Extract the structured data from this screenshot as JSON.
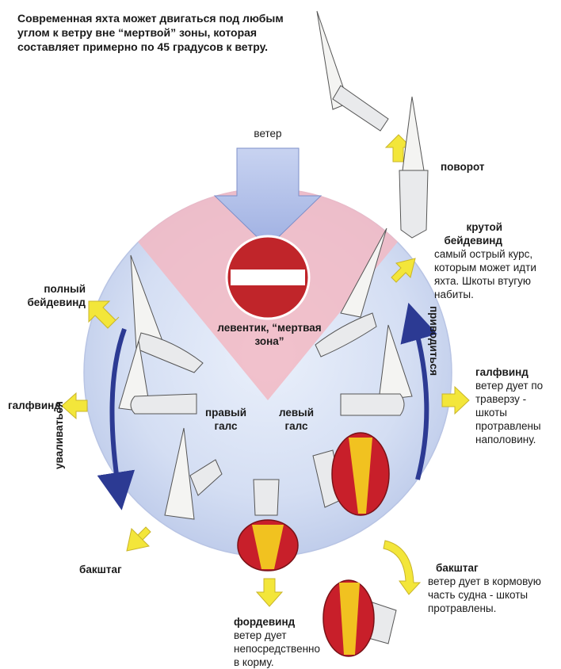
{
  "title": "Современная яхта может двигаться под любым углом к ветру вне “мертвой” зоны, которая составляет примерно по 45 градусов к ветру.",
  "wind_label": "ветер",
  "dead_zone_label": "левентик, “мертвая зона”",
  "starboard_tack": "правый галс",
  "port_tack": "левый галс",
  "bear_away": "уваливаться",
  "head_up": "приводиться",
  "left_labels": {
    "close_hauled": "полный бейдевинд",
    "beam_reach": "галфвинд",
    "broad_reach": "бакштаг"
  },
  "right_labels": {
    "tack": "поворот",
    "close_hauled_title": "крутой бейдевинд",
    "close_hauled_desc": "самый острый курс, которым может идти яхта. Шкоты втугую набиты.",
    "beam_reach_title": "галфвинд",
    "beam_reach_desc": "ветер дует по траверзу - шкоты протравлены наполовину.",
    "broad_reach_title": "бакштаг",
    "broad_reach_desc": "ветер дует в кормовую часть судна - шкоты протравлены."
  },
  "run": {
    "title": "фордевинд",
    "desc": "ветер дует непосредственно в корму."
  },
  "colors": {
    "wind_arrow": "#b9c6ec",
    "course_arrow": "#f3e63a",
    "stop_sign": "#c0252a",
    "turn_arrow": "#2c3a93",
    "spinnaker_red": "#c81f2a",
    "spinnaker_yellow": "#f5d41f"
  }
}
